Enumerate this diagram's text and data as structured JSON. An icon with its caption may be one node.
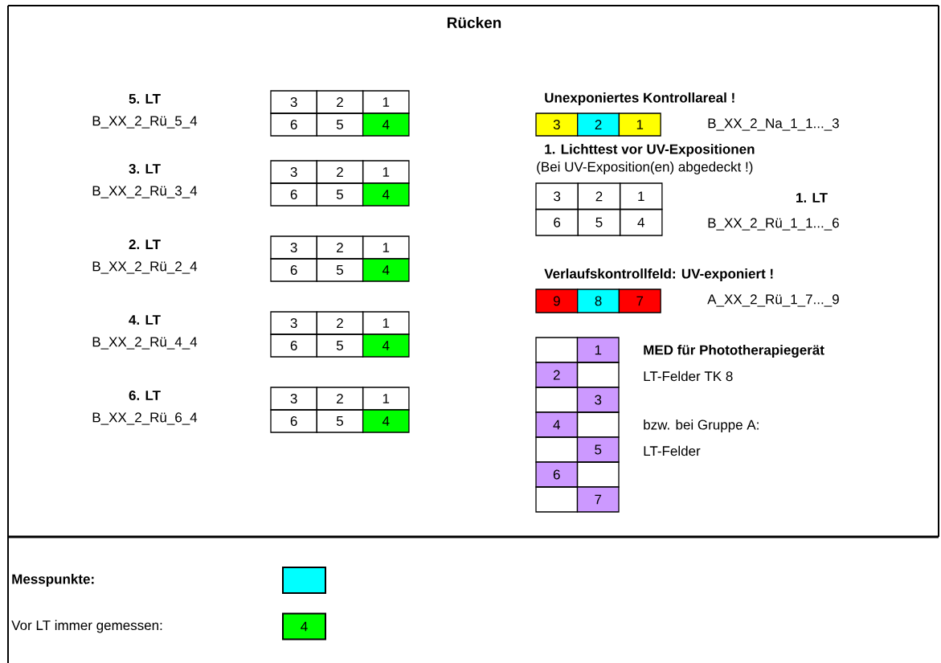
{
  "diagram": {
    "title": "Rücken",
    "nodes": [
      {
        "text": [
          "3"
        ]
      },
      {
        "text": [
          "2"
        ]
      },
      {
        "text": [
          "1"
        ]
      },
      {
        "text": [
          "6"
        ]
      },
      {
        "text": [
          "5"
        ]
      },
      {
        "text": [
          "4"
        ]
      },
      {
        "text": [
          "3"
        ]
      },
      {
        "text": [
          "2"
        ]
      },
      {
        "text": [
          "1"
        ]
      },
      {
        "text": [
          "6"
        ]
      },
      {
        "text": [
          "5"
        ]
      },
      {
        "text": [
          "4"
        ]
      },
      {
        "text": [
          "3"
        ]
      },
      {
        "text": [
          "2"
        ]
      },
      {
        "text": [
          "1"
        ]
      },
      {
        "text": [
          "6"
        ]
      },
      {
        "text": [
          "5"
        ]
      },
      {
        "text": [
          "4"
        ]
      },
      {
        "text": [
          "3"
        ]
      },
      {
        "text": [
          "2"
        ]
      },
      {
        "text": [
          "1"
        ]
      },
      {
        "text": [
          "6"
        ]
      },
      {
        "text": [
          "5"
        ]
      },
      {
        "text": [
          "4"
        ]
      },
      {
        "text": [
          "3"
        ]
      },
      {
        "text": [
          "2"
        ]
      },
      {
        "text": [
          "1"
        ]
      },
      {
        "text": [
          "6"
        ]
      },
      {
        "text": [
          "5"
        ]
      },
      {
        "text": [
          "4"
        ]
      },
      {
        "text": [
          "3"
        ]
      },
      {
        "text": [
          "2"
        ]
      },
      {
        "text": [
          "1"
        ]
      },
      {
        "text": [
          "3"
        ]
      },
      {
        "text": [
          "2"
        ]
      },
      {
        "text": [
          "1"
        ]
      },
      {
        "text": [
          "6"
        ]
      },
      {
        "text": [
          "5"
        ]
      },
      {
        "text": [
          "4"
        ]
      },
      {
        "text": [
          "9"
        ]
      },
      {
        "text": [
          "8"
        ]
      },
      {
        "text": [
          "7"
        ]
      },
      {
        "text": [],
        "shape": "box"
      },
      {
        "text": [
          "1"
        ]
      },
      {
        "text": [
          "2"
        ]
      },
      {
        "text": [],
        "shape": "box"
      },
      {
        "text": [],
        "shape": "box"
      },
      {
        "text": [
          "3"
        ]
      },
      {
        "text": [
          "4"
        ]
      },
      {
        "text": [],
        "shape": "box"
      },
      {
        "text": [],
        "shape": "box"
      },
      {
        "text": [
          "5"
        ]
      },
      {
        "text": [
          "6"
        ]
      },
      {
        "text": [],
        "shape": "box"
      },
      {
        "text": [],
        "shape": "box"
      },
      {
        "text": [
          "7"
        ]
      }
    ],
    "labels": [
      "5. LT",
      "B_XX_2_Rü_5_4",
      "3. LT",
      "B_XX_2_Rü_3_4",
      "2. LT",
      "B_XX_2_Rü_2_4",
      "4. LT",
      "B_XX_2_Rü_4_4",
      "6. LT",
      "B_XX_2_Rü_6_4",
      "Unexponiertes Kontrollareal !",
      "B_XX_2_Na_1_1..._3",
      "1. Lichttest vor UV-Expositionen",
      "(Bei UV-Exposition(en) abgedeckt !)",
      "1. LT",
      "B_XX_2_Rü_1_1..._6",
      "Verlaufskontrollfeld: UV-exponiert !",
      "A_XX_2_Rü_1_7..._9",
      "MED für Phototherapiegerät",
      "LT-Felder TK 8",
      "bzw. bei Gruppe A:",
      "LT-Felder",
      "4"
    ],
    "legend": [
      {
        "text": "Messpunkte:",
        "color": "#00ffff"
      },
      {
        "text": "Vor LT immer gemessen:",
        "color": "#00ff00"
      }
    ]
  }
}
